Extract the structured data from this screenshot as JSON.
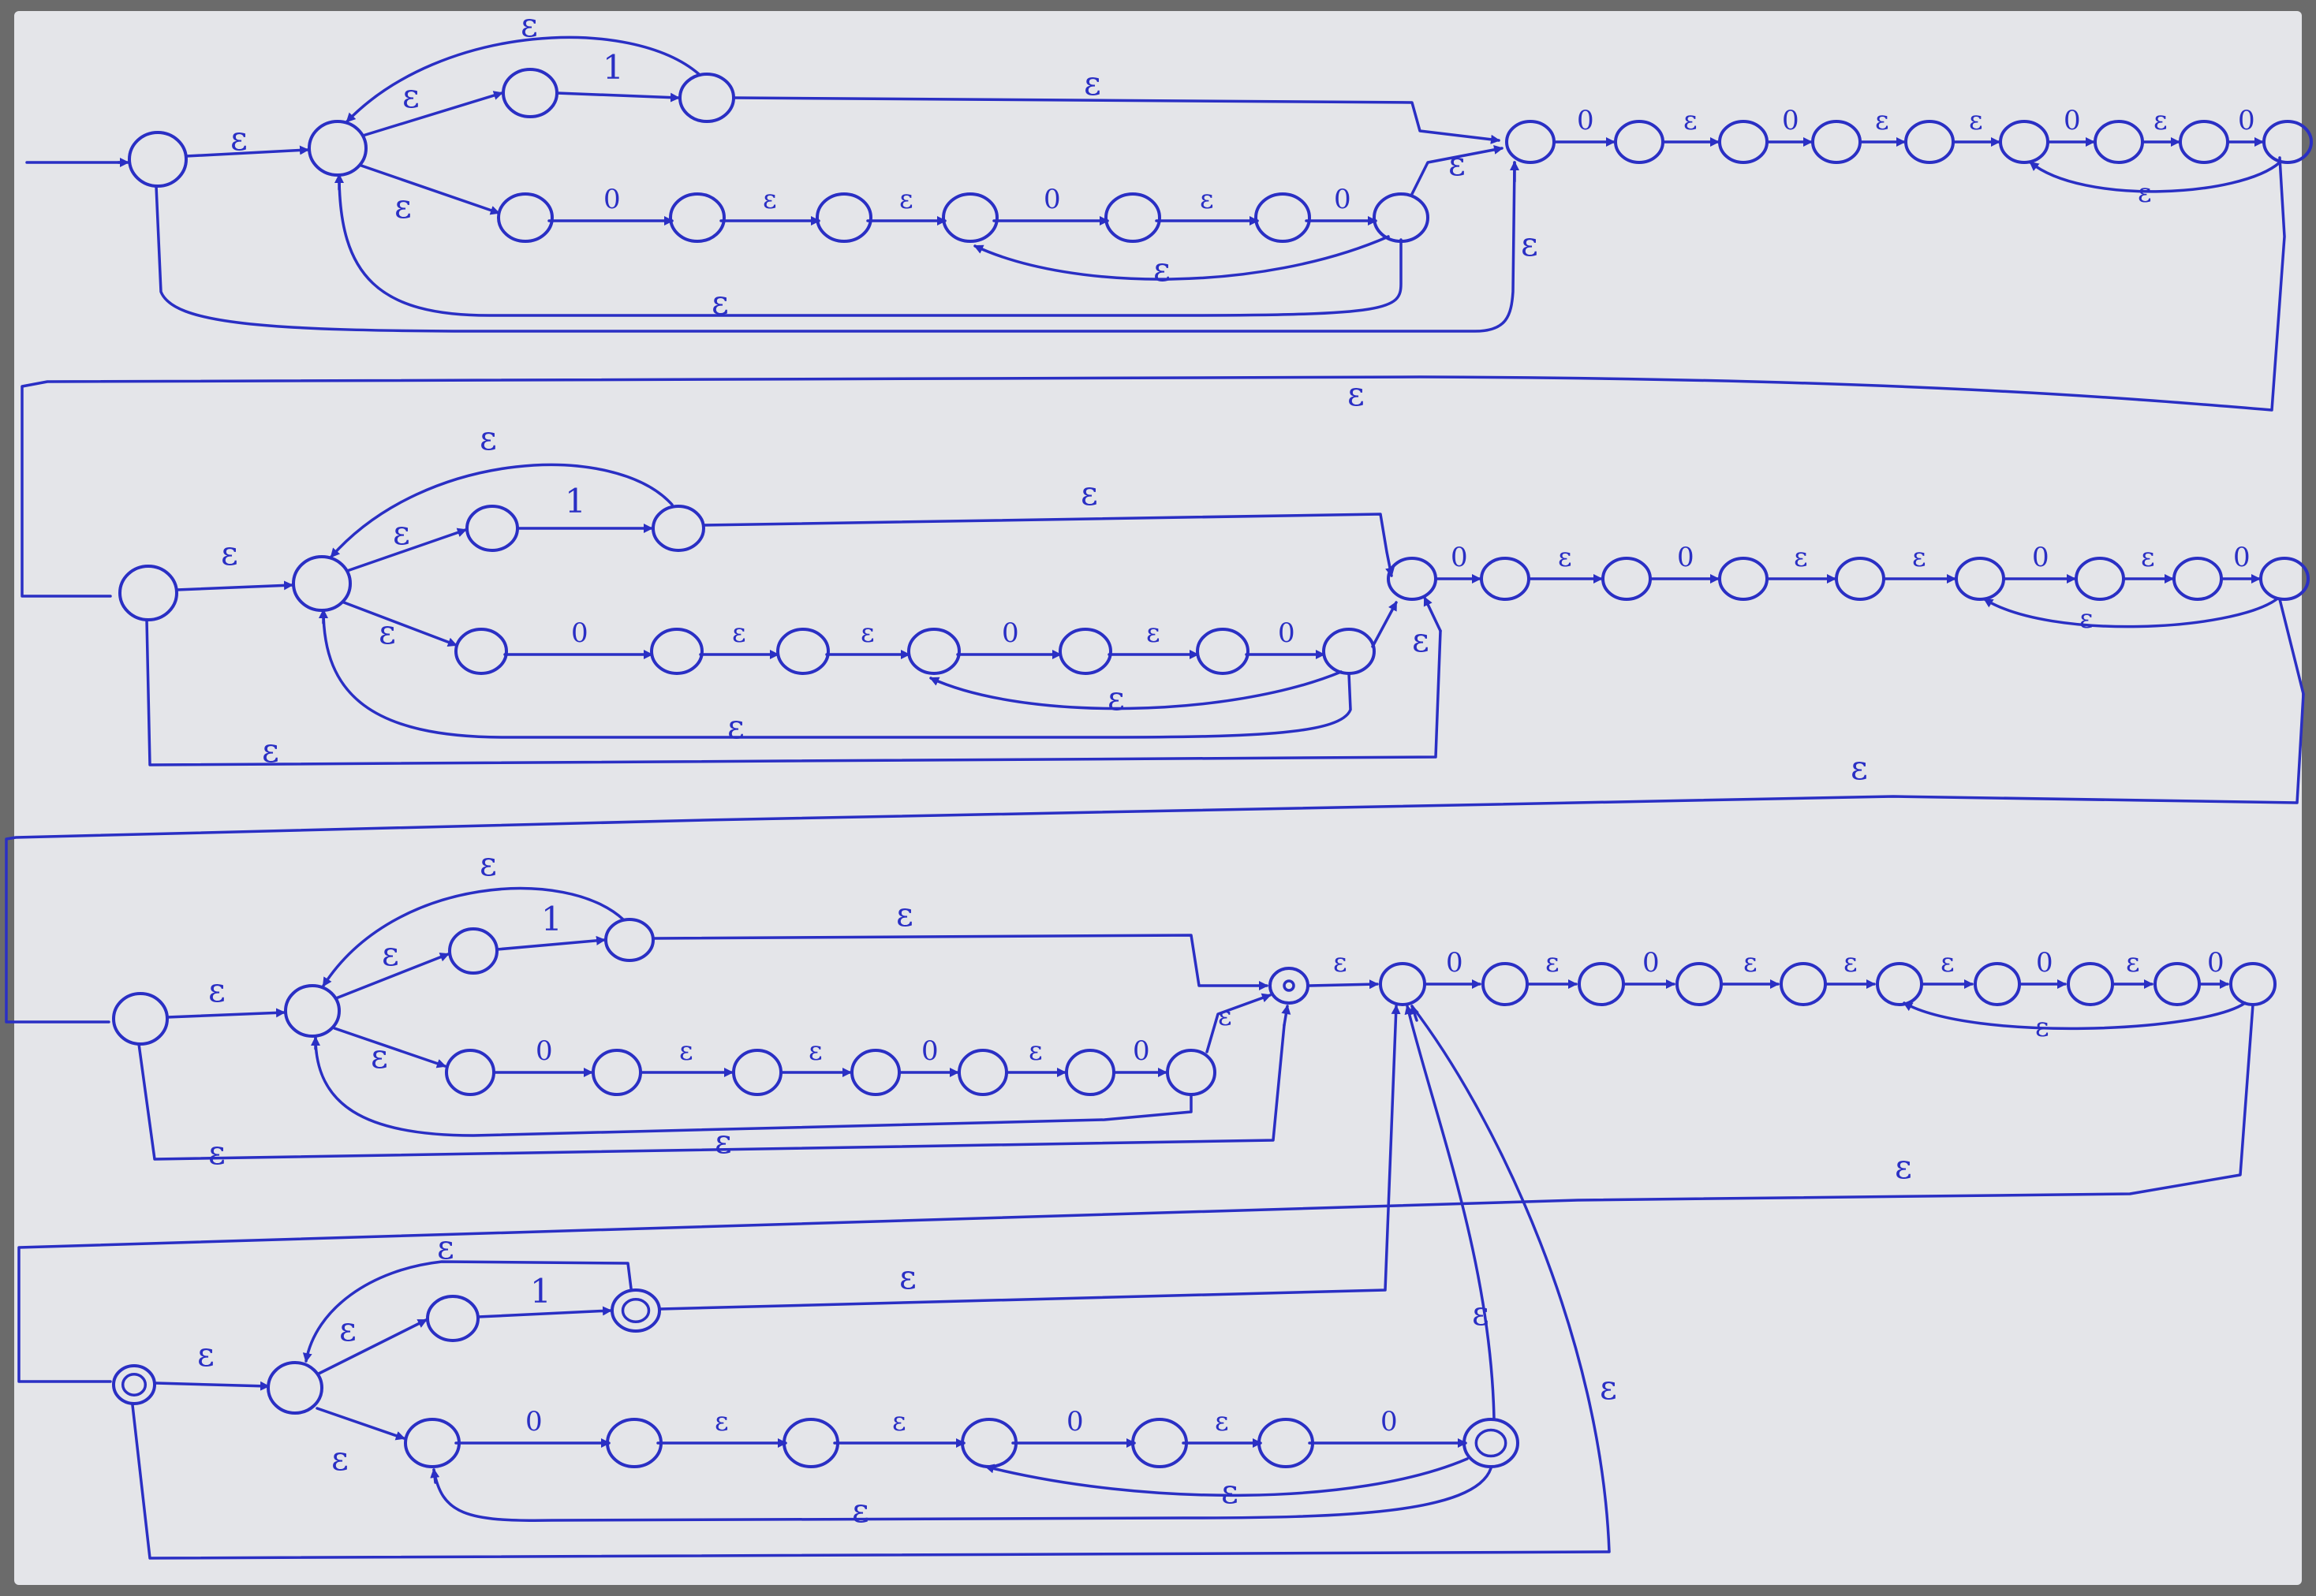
{
  "diagram": {
    "labels": {
      "epsilon": "ε",
      "zero": "0",
      "one": "1"
    },
    "blocks": [
      {
        "states": 22,
        "edges": [
          "ε",
          "ε",
          "1",
          "ε",
          "ε",
          "0",
          "ε",
          "ε",
          "0",
          "ε",
          "0",
          "ε",
          "ε",
          "ε",
          "0",
          "ε",
          "0",
          "ε",
          "0",
          "ε",
          "ε",
          "0",
          "ε",
          "0",
          "ε",
          "ε"
        ]
      },
      {
        "states": 22,
        "edges": [
          "ε",
          "ε",
          "1",
          "ε",
          "ε",
          "0",
          "ε",
          "ε",
          "0",
          "ε",
          "0",
          "ε",
          "ε",
          "ε",
          "0",
          "ε",
          "0",
          "ε",
          "0",
          "ε",
          "ε",
          "0",
          "ε",
          "0",
          "ε",
          "ε"
        ]
      },
      {
        "states": 23,
        "edges": [
          "ε",
          "ε",
          "1",
          "ε",
          "ε",
          "0",
          "ε",
          "ε",
          "0",
          "ε",
          "0",
          "ε",
          "ε",
          "ε",
          "ε",
          "0",
          "ε",
          "0",
          "ε",
          "0",
          "ε",
          "ε",
          "0",
          "ε",
          "0",
          "ε",
          "ε"
        ]
      },
      {
        "states": 11,
        "accepting": 3,
        "edges": [
          "ε",
          "ε",
          "1",
          "ε",
          "ε",
          "0",
          "ε",
          "ε",
          "0",
          "ε",
          "0",
          "ε",
          "ε",
          "ε",
          "ε",
          "ε"
        ]
      }
    ],
    "colors": {
      "ink": "#2a2fc4",
      "paper": "#e4e5e9"
    }
  }
}
